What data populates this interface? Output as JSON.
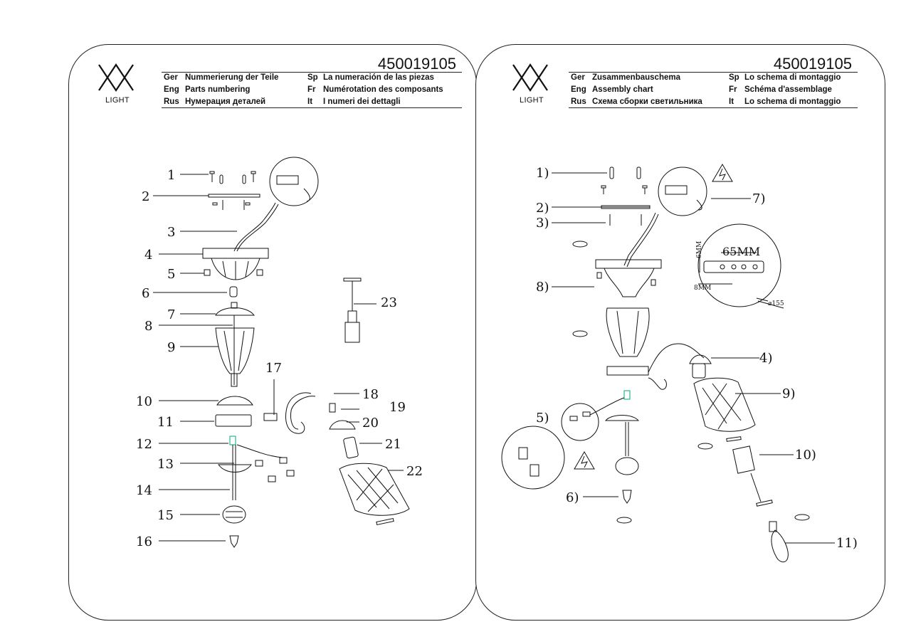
{
  "left": {
    "logo_text": "LIGHT",
    "code": "450019105",
    "rows": [
      {
        "l1": "Ger",
        "t1": "Nummerierung der Teile",
        "l2": "Sp",
        "t2": "La numeración de las piezas"
      },
      {
        "l1": "Eng",
        "t1": "Parts numbering",
        "l2": "Fr",
        "t2": "Numérotation des composants"
      },
      {
        "l1": "Rus",
        "t1": "Нумерация деталей",
        "l2": "It",
        "t2": "I numeri dei dettagli"
      }
    ],
    "callouts": [
      "1",
      "2",
      "3",
      "4",
      "5",
      "6",
      "7",
      "8",
      "9",
      "10",
      "11",
      "12",
      "13",
      "14",
      "15",
      "16",
      "17",
      "18",
      "19",
      "20",
      "21",
      "22",
      "23"
    ]
  },
  "right": {
    "logo_text": "LIGHT",
    "code": "450019105",
    "rows": [
      {
        "l1": "Ger",
        "t1": "Zusammenbauschema",
        "l2": "Sp",
        "t2": "Lo schema di montaggio"
      },
      {
        "l1": "Eng",
        "t1": "Assembly chart",
        "l2": "Fr",
        "t2": "Schéma d'assemblage"
      },
      {
        "l1": "Rus",
        "t1": "Схема сборки светильника",
        "l2": "It",
        "t2": "Lo schema di montaggio"
      }
    ],
    "callouts": [
      "1)",
      "2)",
      "3)",
      "4)",
      "5)",
      "6)",
      "7)",
      "8)",
      "9)",
      "10)",
      "11)"
    ],
    "dims": {
      "d1": "65MM",
      "d2": "6MM",
      "d3": "8MM",
      "d4": "⌀155"
    }
  }
}
